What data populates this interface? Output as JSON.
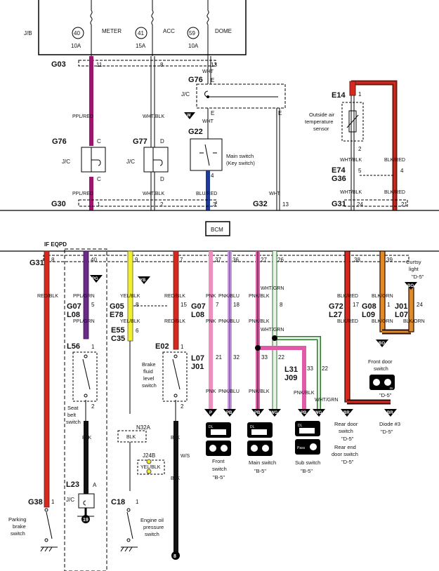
{
  "top": {
    "jb_label": "J/B",
    "fuses": [
      {
        "num": "40",
        "name": "METER",
        "amps": "10A"
      },
      {
        "num": "41",
        "name": "ACC",
        "amps": "15A"
      },
      {
        "num": "59",
        "name": "DOME",
        "amps": "10A"
      }
    ],
    "g03": {
      "name": "G03",
      "pins": [
        "11",
        "8",
        "13"
      ]
    },
    "g76_top": {
      "name": "G76",
      "pin_e": "E",
      "jc": "J/C",
      "wht1": "WHT",
      "wht2": "WHT"
    },
    "w_marker": "W",
    "e14": {
      "name": "E14",
      "pin": "1",
      "pin2": "2",
      "caption": [
        "Outside air",
        "temperature",
        "sensor"
      ],
      "wire_l": "WHT/BLK",
      "wire_r": "BLK/RED"
    },
    "g76_mid": {
      "name": "G76",
      "c": "C",
      "jc": "J/C"
    },
    "g77": {
      "name": "G77",
      "d": "D",
      "jc": "J/C"
    },
    "g22": {
      "name": "G22",
      "pin": "4",
      "caption": [
        "Main switch",
        "(Key switch)"
      ]
    },
    "e74": {
      "name_a": "E74",
      "name_b": "G36",
      "pin_l": "5",
      "pin_r": "4",
      "wire_l": "WHT/BLK",
      "wire_r": "BLK/RED"
    },
    "wires": {
      "ppl_red": "PPL/RED",
      "wht_blk": "WHT/BLK",
      "blu_red": "BLU/RED",
      "wht": "WHT"
    },
    "g30": {
      "name": "G30",
      "pins": [
        "1",
        "2",
        "3"
      ]
    },
    "g32": {
      "name": "G32",
      "pin": "13"
    },
    "g31_top": {
      "name": "G31",
      "pins": [
        "24",
        "21"
      ]
    }
  },
  "bcm": "BCM",
  "bottom": {
    "if_label": "IF EQPD",
    "g31": {
      "name": "G31",
      "pins": [
        "8",
        "40",
        "9",
        "7",
        "37",
        "36",
        "27",
        "26",
        "38",
        "39"
      ]
    },
    "wires": {
      "red_blk": "RED/BLK",
      "ppl_grn": "PPL/GRN",
      "yel_blk": "YEL/BLK",
      "pnk": "PNK",
      "pnk_blu": "PNK/BLU",
      "pnk_blk": "PNK/BLK",
      "wht_grn": "WHT/GRN",
      "blk_red": "BLK/RED",
      "blk_orn": "BLK/ORN",
      "blk": "BLK",
      "ws": "W/S"
    },
    "markers": {
      "pg": "PG",
      "yb": "YB",
      "bo": "BO",
      "p": "P",
      "pb": "PB",
      "wg": "WG",
      "br": "BR"
    },
    "courtesy": {
      "caption": [
        "Curtsy",
        "light"
      ],
      "ref": "\"D-5\""
    },
    "g07": {
      "name_a": "G07",
      "name_b": "L08",
      "pin": "5"
    },
    "g05": {
      "name_a": "G05",
      "name_b": "E78",
      "pin": "8"
    },
    "e02_pin": "15",
    "g07b": {
      "name_a": "G07",
      "name_b": "L08",
      "pins": [
        "7",
        "18",
        "8"
      ]
    },
    "g72": {
      "name_a": "G72",
      "name_b": "L27",
      "pin": "17"
    },
    "g08": {
      "name_a": "G08",
      "name_b": "L09",
      "pin": "1"
    },
    "j01": {
      "name_a": "J01",
      "name_b": "L07",
      "pin": "24"
    },
    "e55": {
      "name_a": "E55",
      "name_b": "C35",
      "pin": "6"
    },
    "l56": {
      "name": "L56",
      "pin": "1",
      "pin2": "2",
      "caption": [
        "Seat",
        "belt",
        "switch"
      ]
    },
    "e02": {
      "name": "E02",
      "pin": "1",
      "pin2": "2",
      "caption": [
        "Brake",
        "fluid",
        "level",
        "switch"
      ]
    },
    "l07": {
      "name_a": "L07",
      "name_b": "J01",
      "pins": [
        "21",
        "32"
      ]
    },
    "j_33": "33",
    "j_22": "22",
    "l31": {
      "name_a": "L31",
      "name_b": "J09",
      "pins": [
        "33",
        "22"
      ]
    },
    "front_door": {
      "caption": [
        "Front door",
        "switch"
      ],
      "ref": "\"D-5\""
    },
    "n32a": {
      "name": "N32A",
      "wire": "BLK"
    },
    "j24b": {
      "name": "J24B",
      "wire": "YEL/BLK"
    },
    "front_sw": {
      "caption": [
        "Front",
        "switch"
      ],
      "ref": "\"B-5\"",
      "dl": "DL"
    },
    "main_sw": {
      "caption": "Main switch",
      "ref": "\"B-5\"",
      "dl": "DL"
    },
    "sub_sw": {
      "caption": "Sub switch",
      "ref": "\"B-5\"",
      "dl": "DL",
      "pass": "Pass"
    },
    "rear_door": {
      "caption": [
        "Rear door",
        "switch"
      ],
      "ref": "\"D-5\""
    },
    "rear_end": {
      "caption": [
        "Rear end",
        "door switch"
      ],
      "ref": "\"D-5\""
    },
    "diode": {
      "caption": "Diode #3",
      "ref": "\"D-5\""
    },
    "g38": {
      "name": "G38",
      "pin": "1",
      "caption": [
        "Parking",
        "brake",
        "switch"
      ]
    },
    "l23": {
      "name": "L23",
      "pin": "A",
      "jc": "J/C",
      "ground": "19"
    },
    "c18": {
      "name": "C18",
      "pin": "1",
      "caption": [
        "Engine oil",
        "pressure",
        "switch"
      ]
    },
    "ground8": "8",
    "dr": "Dr"
  }
}
